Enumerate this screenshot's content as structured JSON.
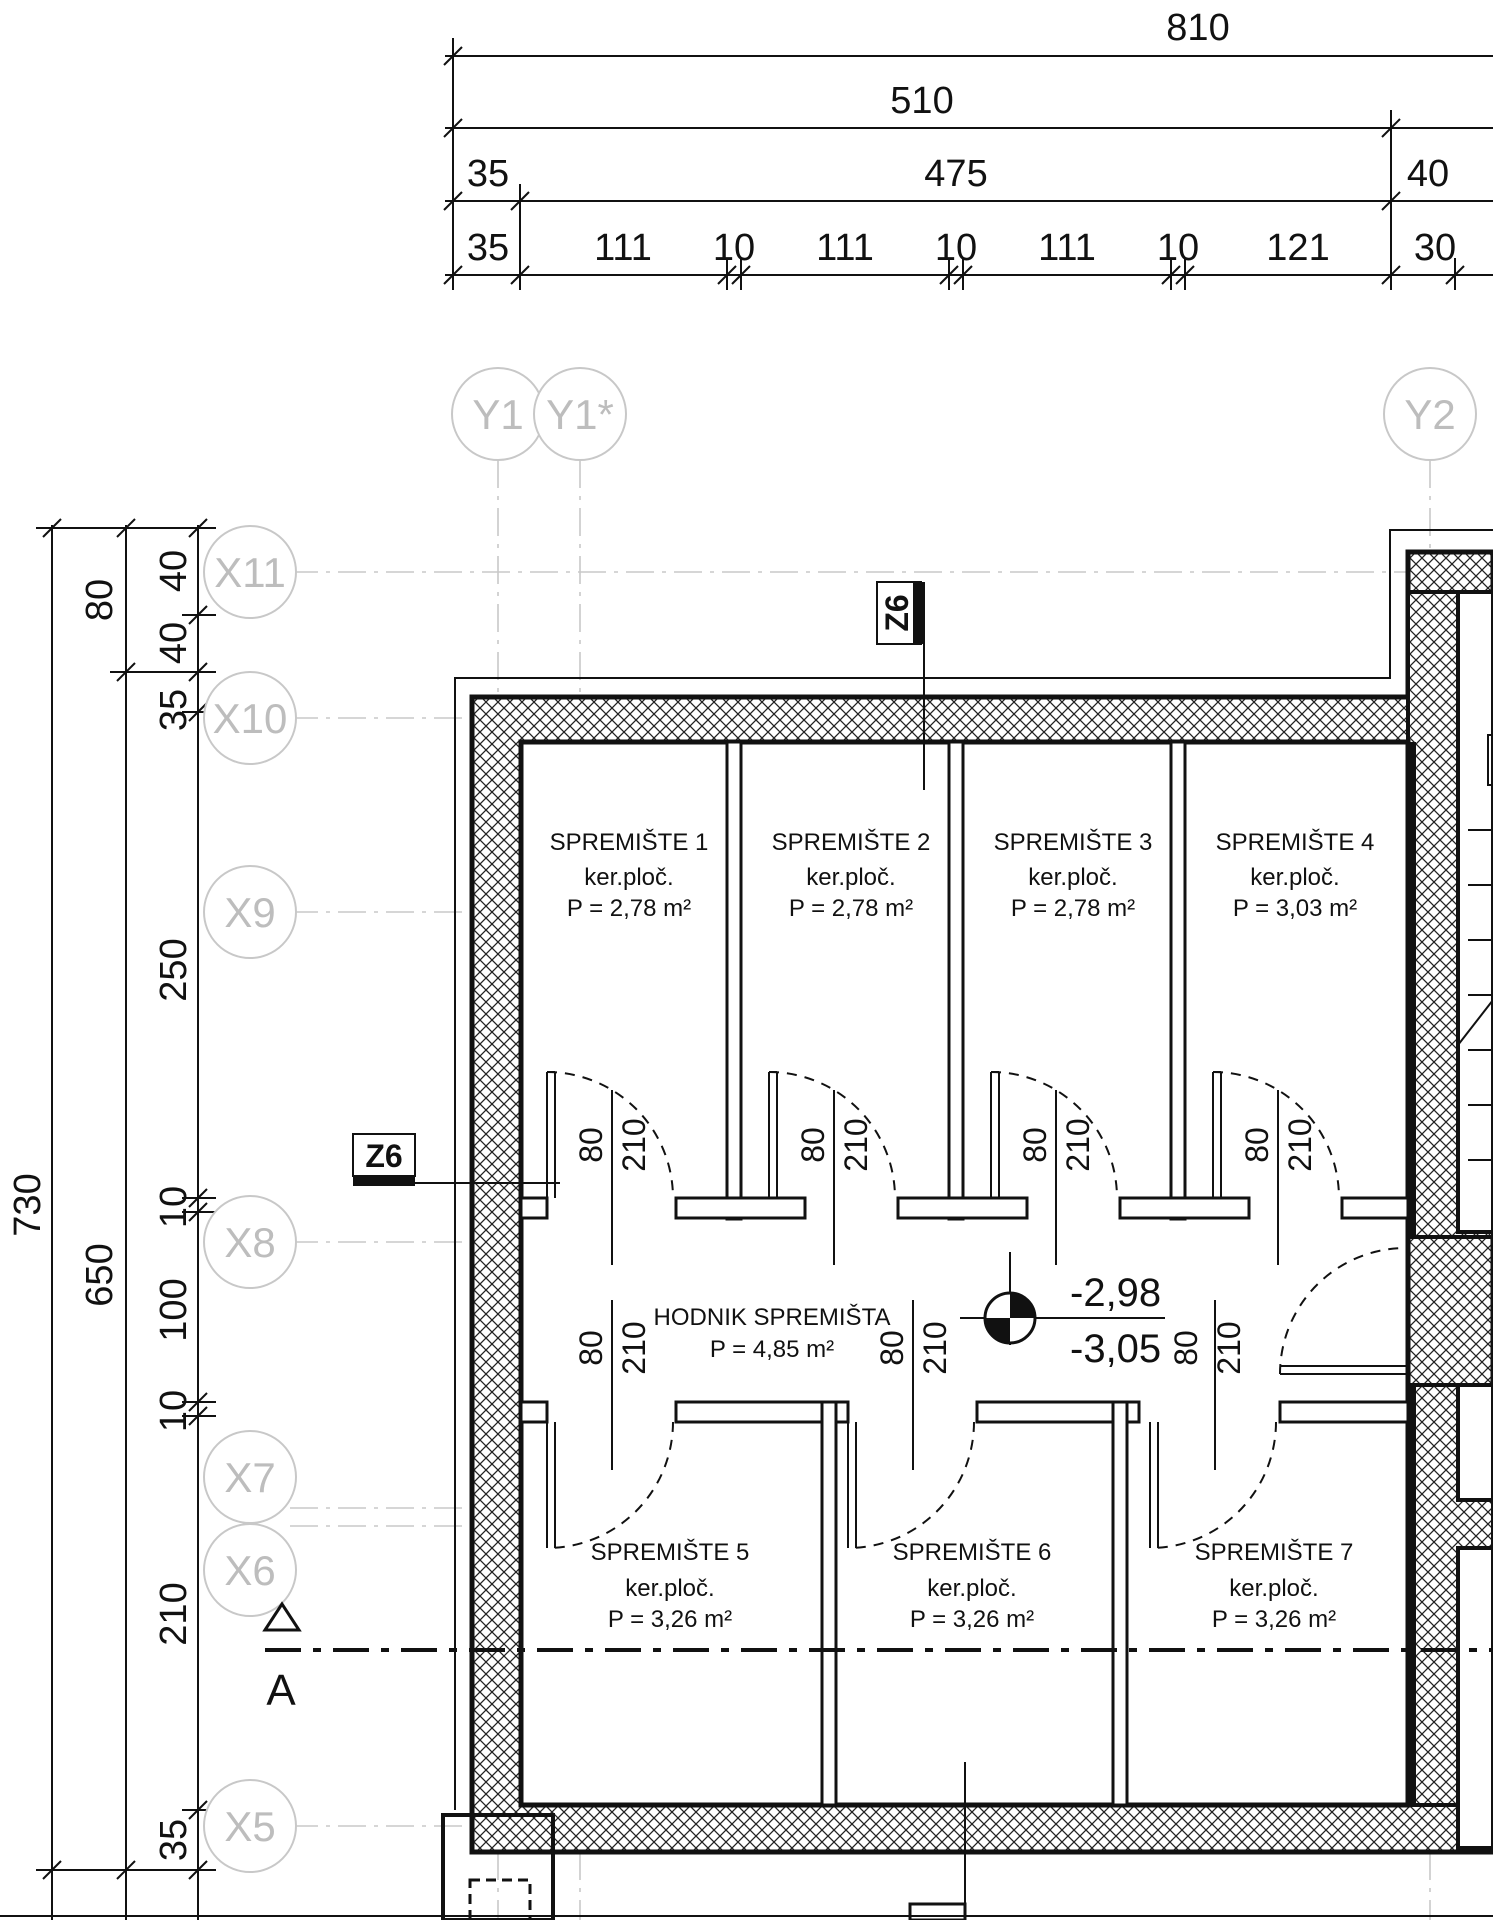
{
  "top_dimensions": {
    "row1": [
      "810"
    ],
    "row2": [
      "510"
    ],
    "row3": [
      "35",
      "475",
      "40"
    ],
    "row4": [
      "35",
      "111",
      "10",
      "111",
      "10",
      "111",
      "10",
      "121",
      "30"
    ]
  },
  "left_dimensions": {
    "total": "730",
    "overall": [
      "80",
      "650"
    ],
    "detail": [
      "40",
      "40",
      "35",
      "250",
      "10",
      "100",
      "10",
      "210",
      "35"
    ]
  },
  "grid_axes": {
    "columns": [
      "Y1",
      "Y1*",
      "Y2"
    ],
    "rows": [
      "X11",
      "X10",
      "X9",
      "X8",
      "X7",
      "X6",
      "X5"
    ]
  },
  "section_tags": [
    "Z6",
    "Z6"
  ],
  "section_marker": "A",
  "rooms": [
    {
      "name": "SPREMIŠTE 1",
      "floor": "ker.ploč.",
      "area": "P = 2,78 m²"
    },
    {
      "name": "SPREMIŠTE 2",
      "floor": "ker.ploč.",
      "area": "P = 2,78 m²"
    },
    {
      "name": "SPREMIŠTE 3",
      "floor": "ker.ploč.",
      "area": "P = 2,78 m²"
    },
    {
      "name": "SPREMIŠTE 4",
      "floor": "ker.ploč.",
      "area": "P = 3,03 m²"
    },
    {
      "name": "SPREMIŠTE 5",
      "floor": "ker.ploč.",
      "area": "P = 3,26 m²"
    },
    {
      "name": "SPREMIŠTE 6",
      "floor": "ker.ploč.",
      "area": "P = 3,26 m²"
    },
    {
      "name": "SPREMIŠTE 7",
      "floor": "ker.ploč.",
      "area": "P = 3,26 m²"
    }
  ],
  "corridor": {
    "name": "HODNIK SPREMIŠTA",
    "area": "P = 4,85 m²"
  },
  "door_width": "80",
  "door_height": "210",
  "levels": [
    "-2,98",
    "-3,05"
  ]
}
